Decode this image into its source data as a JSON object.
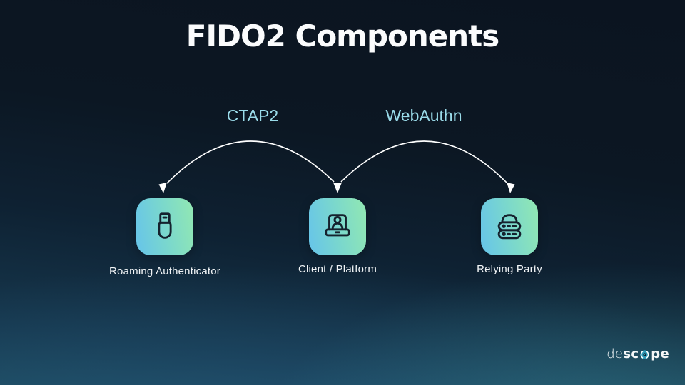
{
  "title": "FIDO2 Components",
  "protocols": [
    {
      "label": "CTAP2"
    },
    {
      "label": "WebAuthn"
    }
  ],
  "components": [
    {
      "label": "Roaming Authenticator",
      "icon": "usb-drive-icon"
    },
    {
      "label": "Client / Platform",
      "icon": "laptop-user-icon"
    },
    {
      "label": "Relying Party",
      "icon": "server-stack-icon"
    }
  ],
  "logo": {
    "name": "descope",
    "de": "de",
    "sc": "sc",
    "pe": "pe"
  },
  "colors": {
    "background_top": "#0c1723",
    "background_bottom_teal": "#1b4558",
    "title_text": "#fbfcfd",
    "protocol_text": "#9adbe9",
    "tile_gradient_start": "#66c4ea",
    "tile_gradient_end": "#92e8b2",
    "icon_stroke": "#15222e",
    "arrow": "#ffffff",
    "label_text": "#f2f5f7",
    "logo_dot_teal": "#2c97b4"
  }
}
